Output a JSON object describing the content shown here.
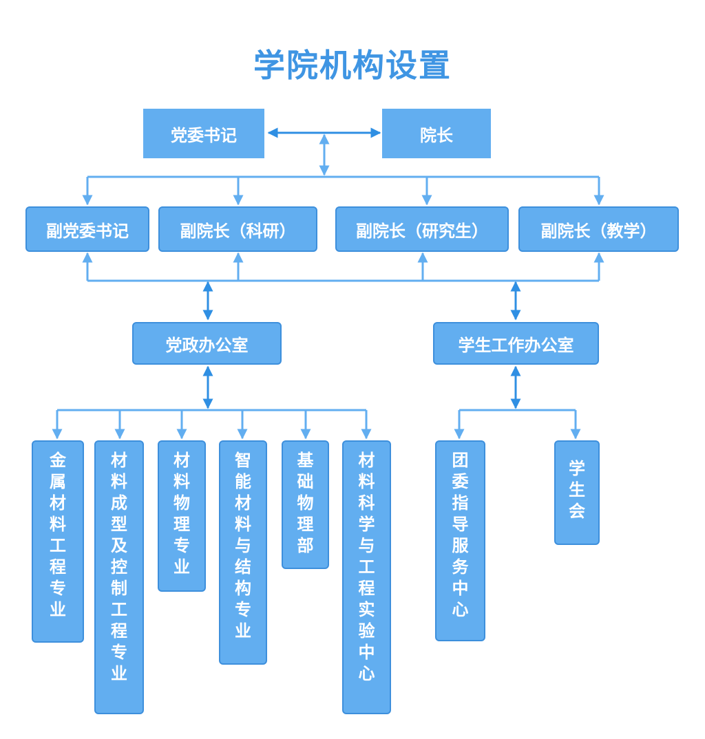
{
  "title": "学院机构设置",
  "colors": {
    "box_fill": "#62aef0",
    "box_border": "#3d8fdc",
    "line": "#62aef0",
    "arrow": "#2f8fe3",
    "title": "#3f95e3"
  },
  "top": {
    "party_secretary": "党委书记",
    "dean": "院长"
  },
  "deputies": {
    "deputy_secretary": "副党委书记",
    "vp_research": "副院长（科研）",
    "vp_graduate": "副院长（研究生）",
    "vp_teaching": "副院长（教学）"
  },
  "offices": {
    "party_office": "党政办公室",
    "student_office": "学生工作办公室"
  },
  "units": {
    "metal": "金属材料工程专业",
    "forming": "材料成型及控制工程专业",
    "physics_major": "材料物理专业",
    "smart": "智能材料与结构专业",
    "basic_physics": "基础物理部",
    "lab_center": "材料科学与工程实验中心",
    "league": "团委指导服务中心",
    "union": "学生会"
  }
}
